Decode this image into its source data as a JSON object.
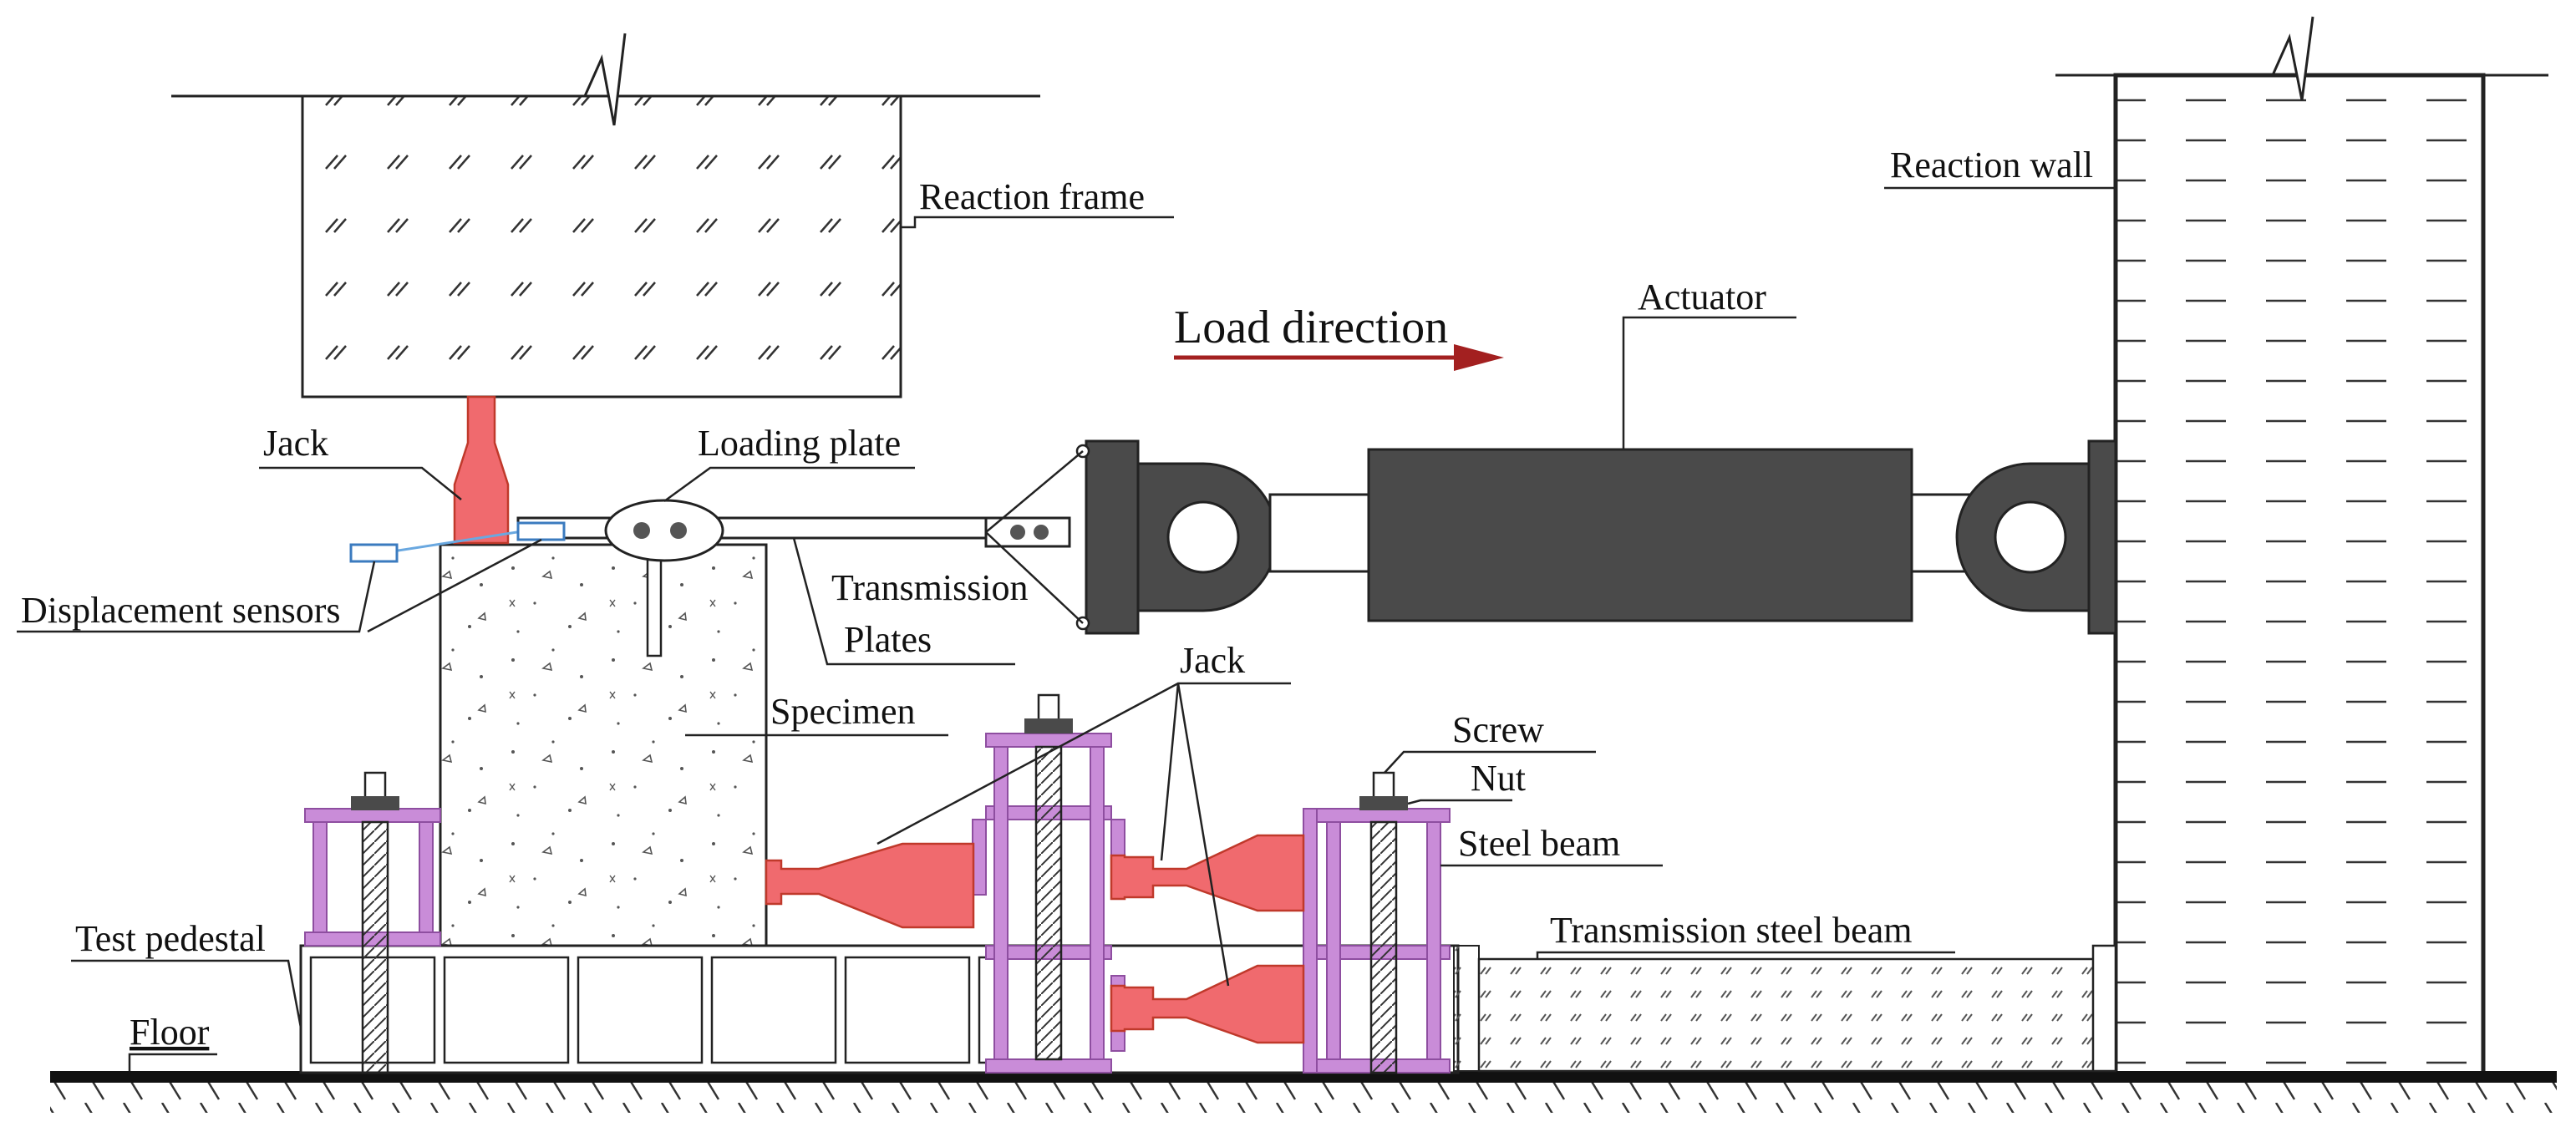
{
  "labels": {
    "reaction_frame": "Reaction frame",
    "reaction_wall": "Reaction wall",
    "actuator": "Actuator",
    "load_direction": "Load direction",
    "jack_top": "Jack",
    "loading_plate": "Loading plate",
    "displacement_sensors": "Displacement sensors",
    "transmission": "Transmission",
    "plates": "Plates",
    "specimen": "Specimen",
    "jack_lower": "Jack",
    "screw": "Screw",
    "nut": "Nut",
    "steel_beam": "Steel beam",
    "test_pedestal": "Test pedestal",
    "transmission_steel_beam": "Transmission steel beam",
    "floor": "Floor"
  },
  "colors": {
    "jack": "#f06a6e",
    "jack_stroke": "#c0392b",
    "frame": "#c98cd8",
    "frame_stroke": "#8e4ea0",
    "actuator": "#4a4a4a",
    "arrow": "#a32020",
    "sensor": "#6aa8e0"
  }
}
